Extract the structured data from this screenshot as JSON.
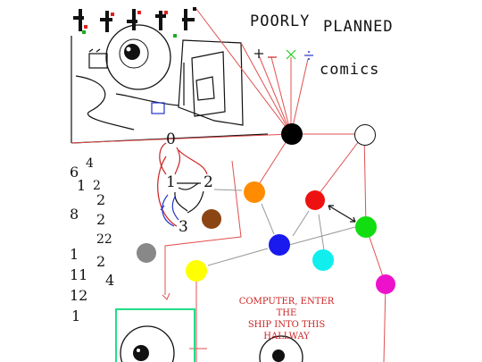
{
  "title": {
    "line1a": "POORLY",
    "line1b": "PLANNED",
    "line2": "comics"
  },
  "ops": {
    "plus": "+",
    "minus": "−",
    "times": "×",
    "divide": "÷"
  },
  "graph": {
    "top_node": "0",
    "n1": "1",
    "n2": "2",
    "n3": "3"
  },
  "left_numbers": [
    "6",
    "4",
    "1",
    "2",
    "2",
    "8",
    "2",
    "22",
    "1",
    "2",
    "4",
    "11",
    "12",
    "1"
  ],
  "caption": {
    "line1": "COMPUTER, ENTER THE",
    "line2": "SHIP INTO THIS HALLWAY"
  },
  "colors": {
    "black_node": "#000000",
    "white_node": "#ffffff",
    "orange": "#ff8c00",
    "red": "#ee1111",
    "blue": "#1a1aee",
    "green": "#11dd11",
    "cyan": "#11eeee",
    "magenta": "#ee11cc",
    "yellow": "#ffff00",
    "brown": "#8b4513",
    "gray": "#888888",
    "frame": "#22dd88",
    "link": "#e05050"
  }
}
